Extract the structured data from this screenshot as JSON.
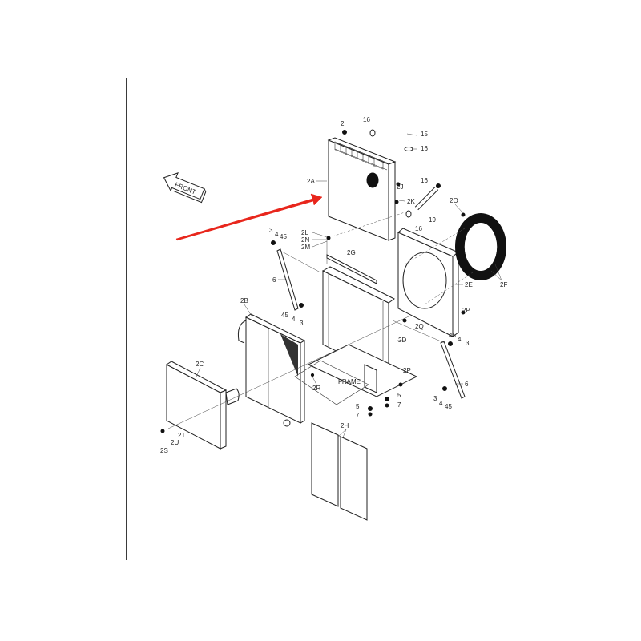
{
  "diagram": {
    "title": "Radiator assembly exploded parts diagram",
    "direction_marker": {
      "label": "FRONT",
      "icon": "front-arrow-icon"
    },
    "highlight_arrow": {
      "color": "#e8261c",
      "points_to": "2A"
    },
    "frame_label": "FRAME",
    "colors": {
      "line": "#222222",
      "highlight": "#e8261c",
      "background": "#ffffff",
      "margin_line": "#3a3a3a"
    },
    "callouts": [
      {
        "id": "2I",
        "label": "2I"
      },
      {
        "id": "16a",
        "label": "16"
      },
      {
        "id": "15",
        "label": "15"
      },
      {
        "id": "16b",
        "label": "16"
      },
      {
        "id": "2A",
        "label": "2A"
      },
      {
        "id": "2J",
        "label": "2J"
      },
      {
        "id": "2K",
        "label": "2K"
      },
      {
        "id": "16c",
        "label": "16"
      },
      {
        "id": "19",
        "label": "19"
      },
      {
        "id": "16d",
        "label": "16"
      },
      {
        "id": "2O_top",
        "label": "2O"
      },
      {
        "id": "2F",
        "label": "2F"
      },
      {
        "id": "2E",
        "label": "2E"
      },
      {
        "id": "2P_top",
        "label": "2P"
      },
      {
        "id": "2Q",
        "label": "2Q"
      },
      {
        "id": "2L",
        "label": "2L"
      },
      {
        "id": "2N",
        "label": "2N"
      },
      {
        "id": "2M",
        "label": "2M"
      },
      {
        "id": "2G",
        "label": "2G"
      },
      {
        "id": "3a",
        "label": "3"
      },
      {
        "id": "4a",
        "label": "4"
      },
      {
        "id": "45a",
        "label": "45"
      },
      {
        "id": "6a",
        "label": "6"
      },
      {
        "id": "45b",
        "label": "45"
      },
      {
        "id": "4b",
        "label": "4"
      },
      {
        "id": "3b",
        "label": "3"
      },
      {
        "id": "2B",
        "label": "2B"
      },
      {
        "id": "2D",
        "label": "2D"
      },
      {
        "id": "45c",
        "label": "45"
      },
      {
        "id": "4c",
        "label": "4"
      },
      {
        "id": "3c",
        "label": "3"
      },
      {
        "id": "6b",
        "label": "6"
      },
      {
        "id": "3d",
        "label": "3"
      },
      {
        "id": "4d",
        "label": "4"
      },
      {
        "id": "45d",
        "label": "45"
      },
      {
        "id": "2C",
        "label": "2C"
      },
      {
        "id": "2R",
        "label": "2R"
      },
      {
        "id": "2P_bot",
        "label": "2P"
      },
      {
        "id": "5a",
        "label": "5"
      },
      {
        "id": "7a",
        "label": "7"
      },
      {
        "id": "5b",
        "label": "5"
      },
      {
        "id": "7b",
        "label": "7"
      },
      {
        "id": "2T",
        "label": "2T"
      },
      {
        "id": "2U",
        "label": "2U"
      },
      {
        "id": "2S",
        "label": "2S"
      },
      {
        "id": "2H",
        "label": "2H"
      }
    ]
  }
}
